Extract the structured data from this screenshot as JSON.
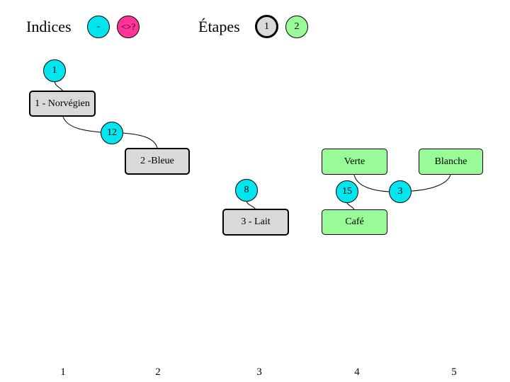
{
  "legend": {
    "indices_title": "Indices",
    "indices_badges": [
      "-",
      "<>?"
    ],
    "etapes_title": "Étapes",
    "etapes_badges": [
      "1",
      "2"
    ],
    "colors": {
      "cyan": "#00e5ee",
      "magenta": "#ff3399",
      "grey": "#d9d9d9",
      "green": "#98fb98"
    }
  },
  "nodes": {
    "norvegien": "1 - Norvégien",
    "bleue": "2 -Bleue",
    "lait": "3 - Lait",
    "verte": "Verte",
    "blanche": "Blanche",
    "cafe": "Café"
  },
  "hints": {
    "h1": "1",
    "h12": "12",
    "h8": "8",
    "h15": "15",
    "h3": "3"
  },
  "columns": [
    "1",
    "2",
    "3",
    "4",
    "5"
  ]
}
